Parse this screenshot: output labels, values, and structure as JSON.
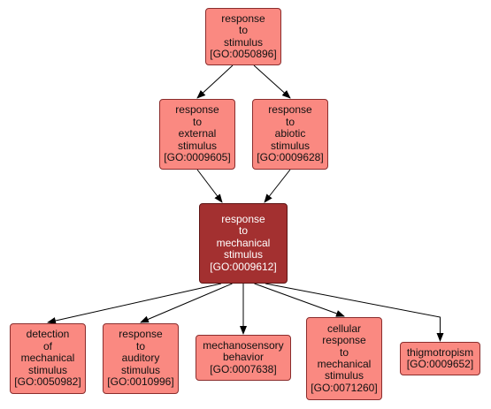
{
  "nodes": {
    "response_to_stimulus": {
      "term": "response\nto\nstimulus",
      "go_id": "[GO:0050896]"
    },
    "response_to_external_stimulus": {
      "term": "response\nto\nexternal\nstimulus",
      "go_id": "[GO:0009605]"
    },
    "response_to_abiotic_stimulus": {
      "term": "response\nto\nabiotic\nstimulus",
      "go_id": "[GO:0009628]"
    },
    "response_to_mechanical_stimulus": {
      "term": "response\nto\nmechanical\nstimulus",
      "go_id": "[GO:0009612]"
    },
    "detection_of_mechanical_stimulus": {
      "term": "detection\nof\nmechanical\nstimulus",
      "go_id": "[GO:0050982]"
    },
    "response_to_auditory_stimulus": {
      "term": "response\nto\nauditory\nstimulus",
      "go_id": "[GO:0010996]"
    },
    "mechanosensory_behavior": {
      "term": "mechanosensory\nbehavior",
      "go_id": "[GO:0007638]"
    },
    "cellular_response_to_mechanical_stimulus": {
      "term": "cellular\nresponse\nto\nmechanical\nstimulus",
      "go_id": "[GO:0071260]"
    },
    "thigmotropism": {
      "term": "thigmotropism",
      "go_id": "[GO:0009652]"
    }
  },
  "edges": [
    {
      "from": "response_to_stimulus",
      "to": "response_to_external_stimulus"
    },
    {
      "from": "response_to_stimulus",
      "to": "response_to_abiotic_stimulus"
    },
    {
      "from": "response_to_external_stimulus",
      "to": "response_to_mechanical_stimulus"
    },
    {
      "from": "response_to_abiotic_stimulus",
      "to": "response_to_mechanical_stimulus"
    },
    {
      "from": "response_to_mechanical_stimulus",
      "to": "detection_of_mechanical_stimulus"
    },
    {
      "from": "response_to_mechanical_stimulus",
      "to": "response_to_auditory_stimulus"
    },
    {
      "from": "response_to_mechanical_stimulus",
      "to": "mechanosensory_behavior"
    },
    {
      "from": "response_to_mechanical_stimulus",
      "to": "cellular_response_to_mechanical_stimulus"
    },
    {
      "from": "response_to_mechanical_stimulus",
      "to": "thigmotropism"
    }
  ],
  "colors": {
    "node_fill": "#fa8981",
    "focus_fill": "#a33030",
    "edge": "#000000"
  }
}
